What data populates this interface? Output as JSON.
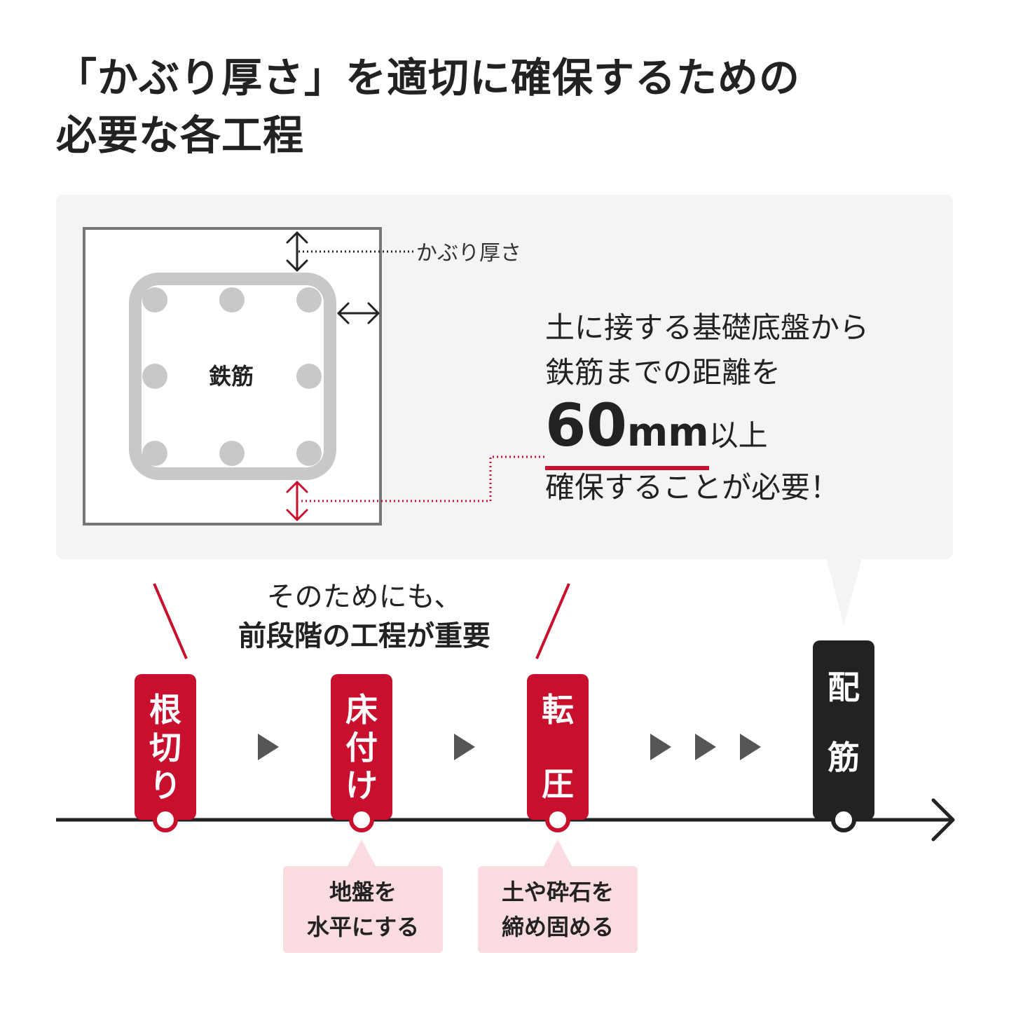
{
  "title": {
    "line1": "「かぶり厚さ」を適切に確保するための",
    "line2": "必要な各工程"
  },
  "diagram": {
    "cover_label": "かぶり厚さ",
    "rebar_label": "鉄筋"
  },
  "description": {
    "line1": "土に接する基礎底盤から",
    "line2": "鉄筋までの距離を",
    "value": "60",
    "unit": "mm",
    "suffix": "以上",
    "line4": "確保することが必要！"
  },
  "need": {
    "line1": "そのためにも、",
    "line2": "前段階の工程が重要"
  },
  "steps": [
    {
      "chars": [
        "根",
        "切",
        "り"
      ]
    },
    {
      "chars": [
        "床",
        "付",
        "け"
      ]
    },
    {
      "chars": [
        "転",
        "圧"
      ]
    },
    {
      "chars": [
        "配",
        "筋"
      ]
    }
  ],
  "notes": [
    {
      "line1": "地盤を",
      "line2": "水平にする"
    },
    {
      "line1": "土や砕石を",
      "line2": "締め固める"
    }
  ],
  "colors": {
    "accent": "#c8102e",
    "dark": "#222222",
    "panel": "#f4f4f4",
    "rebar": "#c8c8c8",
    "note_bg": "#fadbe0"
  }
}
